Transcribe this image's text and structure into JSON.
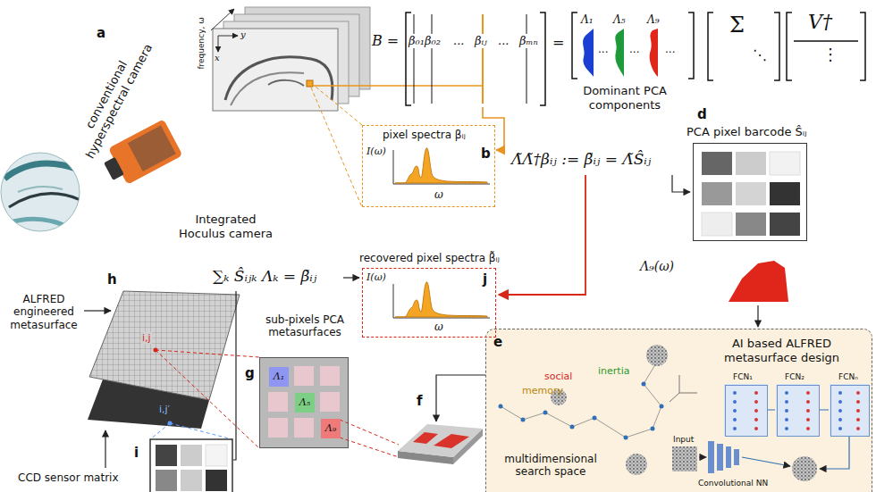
{
  "diagram": {
    "nodes": [
      {
        "text": [
          "β₀₁β₀₂",
          "...",
          "βᵢⱼ",
          "...",
          "βₘₙ"
        ]
      },
      {
        "text": [
          "pixel spectra βᵢⱼ",
          "b",
          "I(ω)",
          "ω"
        ]
      },
      {
        "text": [
          "PCA pixel barcode Ŝᵢⱼ",
          "d"
        ]
      },
      {
        "text": [
          "recovered pixel spectra β̃ᵢⱼ",
          "j",
          "I(ω)",
          "ω"
        ]
      },
      {
        "text": [
          "e",
          "AI based ALFRED metasurface design",
          "social",
          "inertia",
          "memory",
          "multidimensional search space",
          "Input",
          "Convolutional NN"
        ]
      },
      {
        "text": [
          "FCN₁"
        ],
        "in": 4
      },
      {
        "text": [
          "FCN₂"
        ],
        "in": 4
      },
      {
        "text": [
          "FCNₙ"
        ],
        "in": 4
      },
      {
        "text": [
          "sub-pixels PCA metasurfaces",
          "g"
        ]
      },
      {
        "text": [
          "Λ₁"
        ],
        "in": 8
      },
      {
        "text": [
          "Λ₅"
        ],
        "in": 8
      },
      {
        "text": [
          "Λ₉"
        ],
        "in": 8
      }
    ],
    "edges": [
      {
        "from": 0,
        "to": 1,
        "arrow": "to"
      }
    ],
    "labels": [
      "a",
      "conventional hyperspectral camera",
      "frequency, ω",
      "y",
      "x",
      "B =",
      "=",
      "Λ₁",
      "...",
      "Λ₅",
      "...",
      "Λ₉",
      "...",
      "Σ",
      "⋱",
      "V†",
      "⋮",
      "Dominant PCA components",
      "Λ̃Λ̃†βᵢⱼ := β̃ᵢⱼ = Λ̃Ŝᵢⱼ",
      "Integrated Hoculus camera",
      "∑ₖ Ŝᵢⱼₖ Λₖ = β̃ᵢⱼ",
      "Λ₉(ω)",
      "f",
      "ALFRED engineered metasurface",
      "h",
      "i,j",
      "i,j′",
      "CCD sensor matrix",
      "i"
    ]
  }
}
